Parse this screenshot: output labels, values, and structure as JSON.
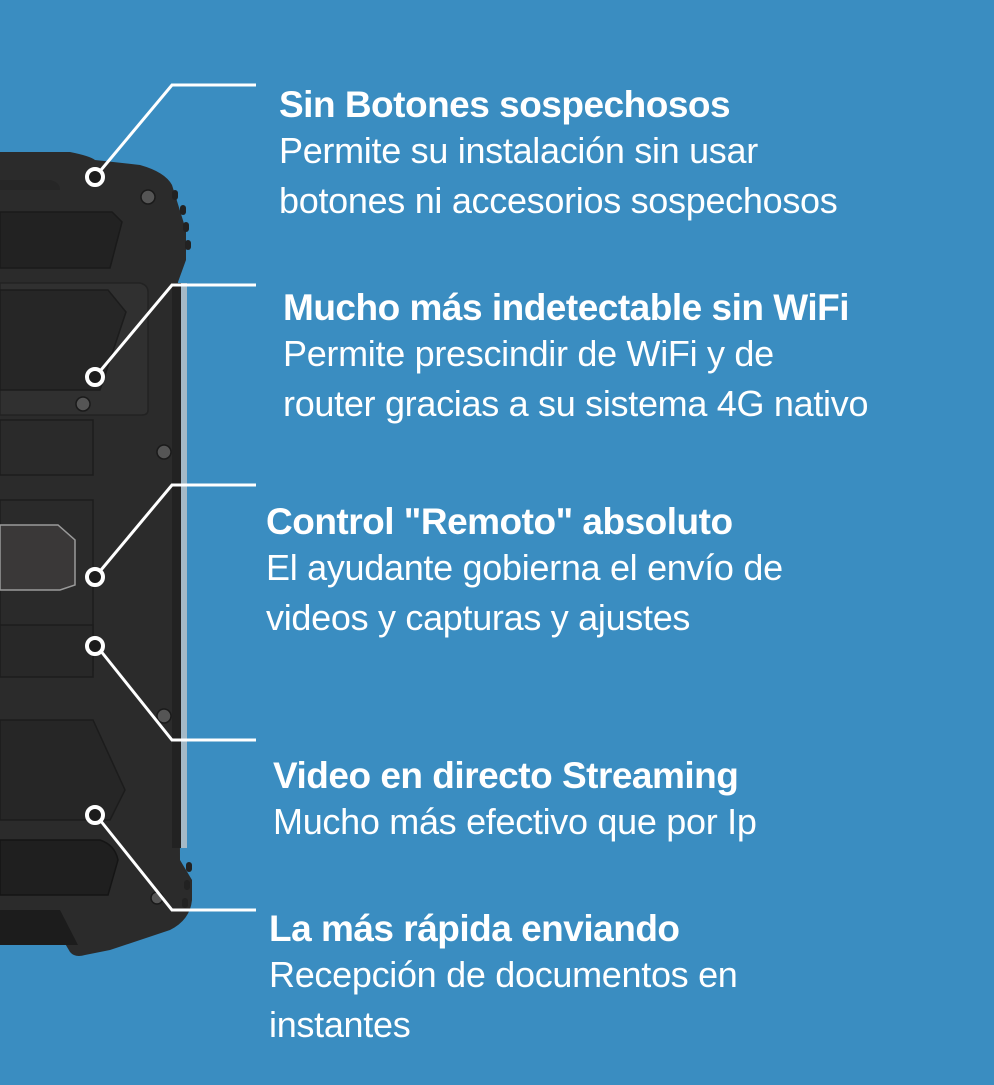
{
  "colors": {
    "background": "#3a8dc1",
    "device_body": "#2b2b2b",
    "device_dark": "#1e1e1e",
    "callout_line": "#ffffff",
    "text": "#ffffff"
  },
  "features": [
    {
      "title": "Sin Botones sospechosos",
      "description_lines": [
        "Permite su instalación sin usar",
        "botones ni accesorios sospechosos"
      ]
    },
    {
      "title": "Mucho más indetectable sin WiFi",
      "description_lines": [
        "Permite prescindir de WiFi y de",
        "router gracias a su sistema 4G nativo"
      ]
    },
    {
      "title": "Control \"Remoto\" absoluto",
      "description_lines": [
        "El ayudante gobierna el envío de",
        "videos y capturas y ajustes"
      ]
    },
    {
      "title": "Video en directo Streaming",
      "description_lines": [
        "Mucho más efectivo que por Ip"
      ]
    },
    {
      "title": "La más rápida enviando",
      "description_lines": [
        "Recepción de documentos en",
        "instantes"
      ]
    }
  ]
}
